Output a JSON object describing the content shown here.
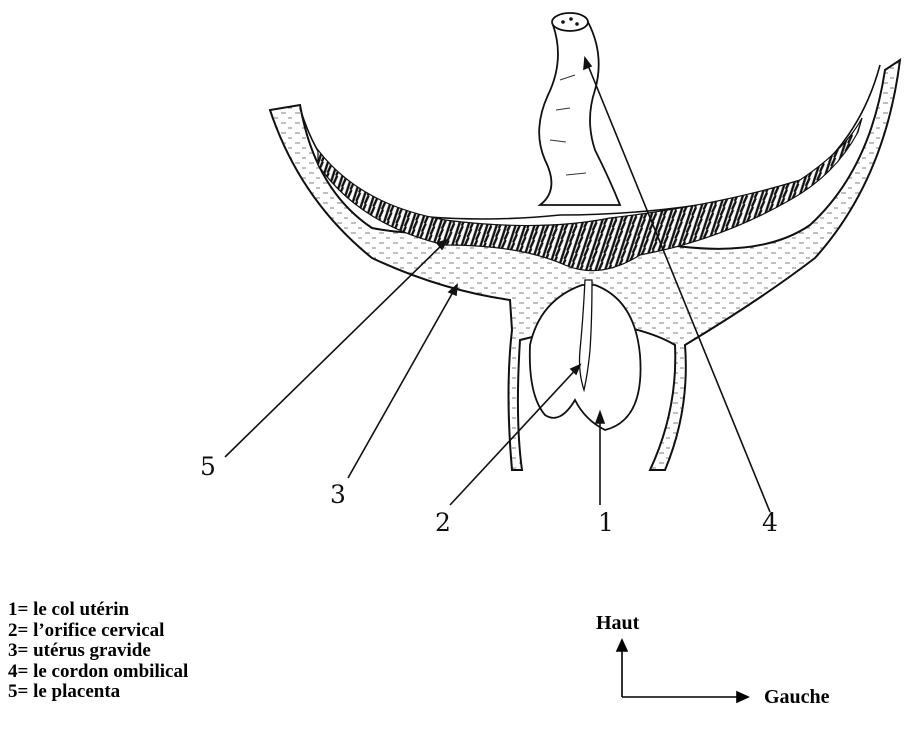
{
  "callouts": [
    "1",
    "2",
    "3",
    "4",
    "5"
  ],
  "legend": [
    "1= le col utérin",
    "2= l’orifice cervical",
    "3= utérus gravide",
    "4= le cordon ombilical",
    "5= le placenta"
  ],
  "orientation": {
    "up": "Haut",
    "right": "Gauche"
  }
}
